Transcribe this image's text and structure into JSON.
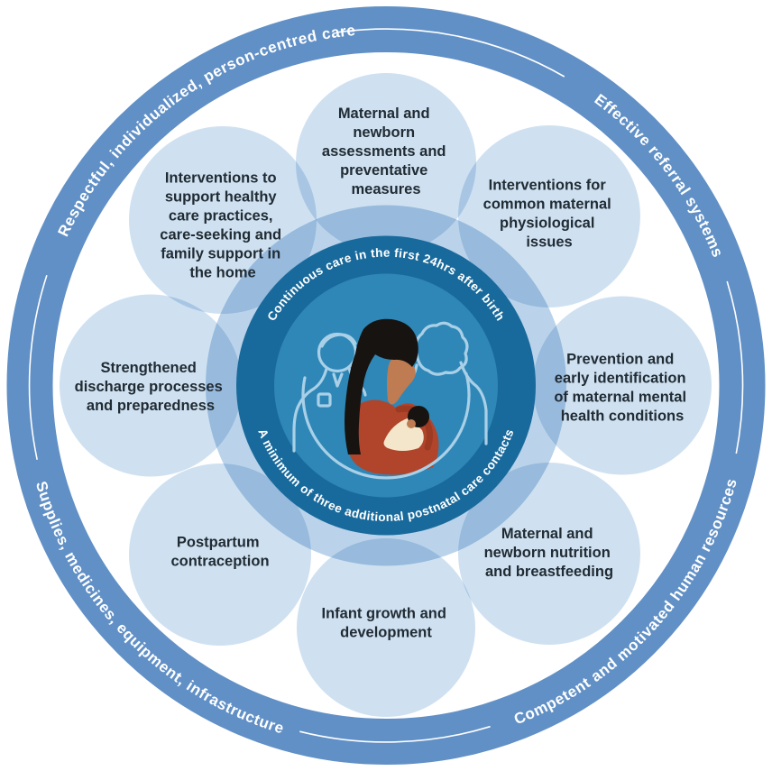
{
  "colors": {
    "outer_ring": "#6190c6",
    "satellite_circle": "#cfe1f1",
    "halo": "#bad3ea",
    "center_ring": "#196a9c",
    "center_inner": "#2e87b7",
    "figure_outline": "#a9d0e7",
    "label_text": "#212b33",
    "arc_text": "#ffffff",
    "hair": "#161310",
    "skin": "#bf7b51",
    "shirt": "#b0452b",
    "shirt_arm": "#9c3a22",
    "blanket": "#f4e6cb"
  },
  "outer_ring_labels": {
    "top_left": "Respectful, individualized, person-centred care",
    "top_right": "Effective referral systems",
    "bottom_right": "Competent and motivated human resources",
    "bottom_left": "Supplies, medicines, equipment, infrastructure"
  },
  "center": {
    "top_arc": "Continuous care in the first 24hrs after birth",
    "bottom_arc": "A minimum of three additional postnatal care contacts",
    "illustration": "mother-breastfeeding-newborn-supported-by-health-worker-and-family-member"
  },
  "satellites": [
    {
      "id": "maternal-newborn-assessments",
      "label": "Maternal and newborn assessments and preventative measures",
      "lines": [
        "Maternal and",
        "newborn",
        "assessments and",
        "preventative",
        "measures"
      ]
    },
    {
      "id": "maternal-physiological-issues",
      "label": "Interventions for common maternal physiological issues",
      "lines": [
        "Interventions for",
        "common maternal",
        "physiological",
        "issues"
      ]
    },
    {
      "id": "maternal-mental-health",
      "label": "Prevention and early identification of maternal mental health conditions",
      "lines": [
        "Prevention and",
        "early identification",
        "of maternal mental",
        "health conditions"
      ]
    },
    {
      "id": "nutrition-breastfeeding",
      "label": "Maternal and newborn nutrition and breastfeeding",
      "lines": [
        "Maternal and",
        "newborn nutrition",
        "and breastfeeding"
      ]
    },
    {
      "id": "infant-growth-development",
      "label": "Infant growth and development",
      "lines": [
        "Infant growth and",
        "development"
      ]
    },
    {
      "id": "postpartum-contraception",
      "label": "Postpartum contraception",
      "lines": [
        "Postpartum",
        "contraception"
      ]
    },
    {
      "id": "discharge-processes",
      "label": "Strengthened discharge processes and preparedness",
      "lines": [
        "Strengthened",
        "discharge processes",
        "and preparedness"
      ]
    },
    {
      "id": "healthy-care-practices",
      "label": "Interventions to support healthy care practices, care-seeking and family support in the home",
      "lines": [
        "Interventions to",
        "support healthy",
        "care practices,",
        "care-seeking and",
        "family support in",
        "the home"
      ]
    }
  ]
}
